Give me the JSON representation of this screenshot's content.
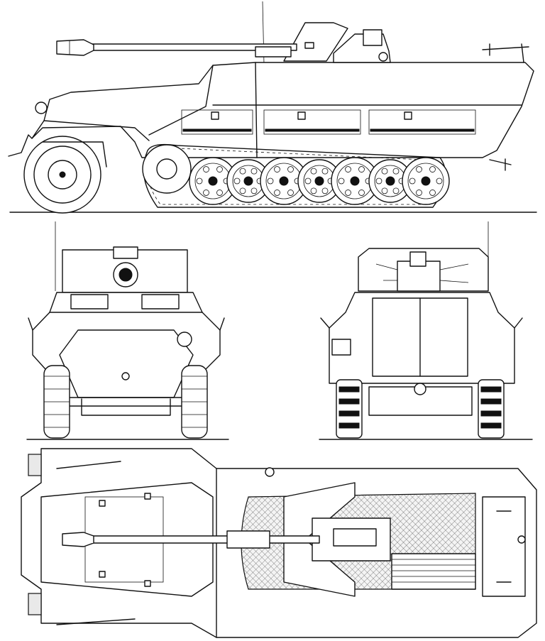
{
  "drawing": {
    "views": [
      "side-view",
      "front-view",
      "rear-view",
      "top-view"
    ],
    "line_color": "#111111",
    "paper_color": "#ffffff",
    "side_view": {
      "road_wheels": 7,
      "front_wheel": 1
    },
    "top_view": {
      "interior_hatched": true
    }
  }
}
